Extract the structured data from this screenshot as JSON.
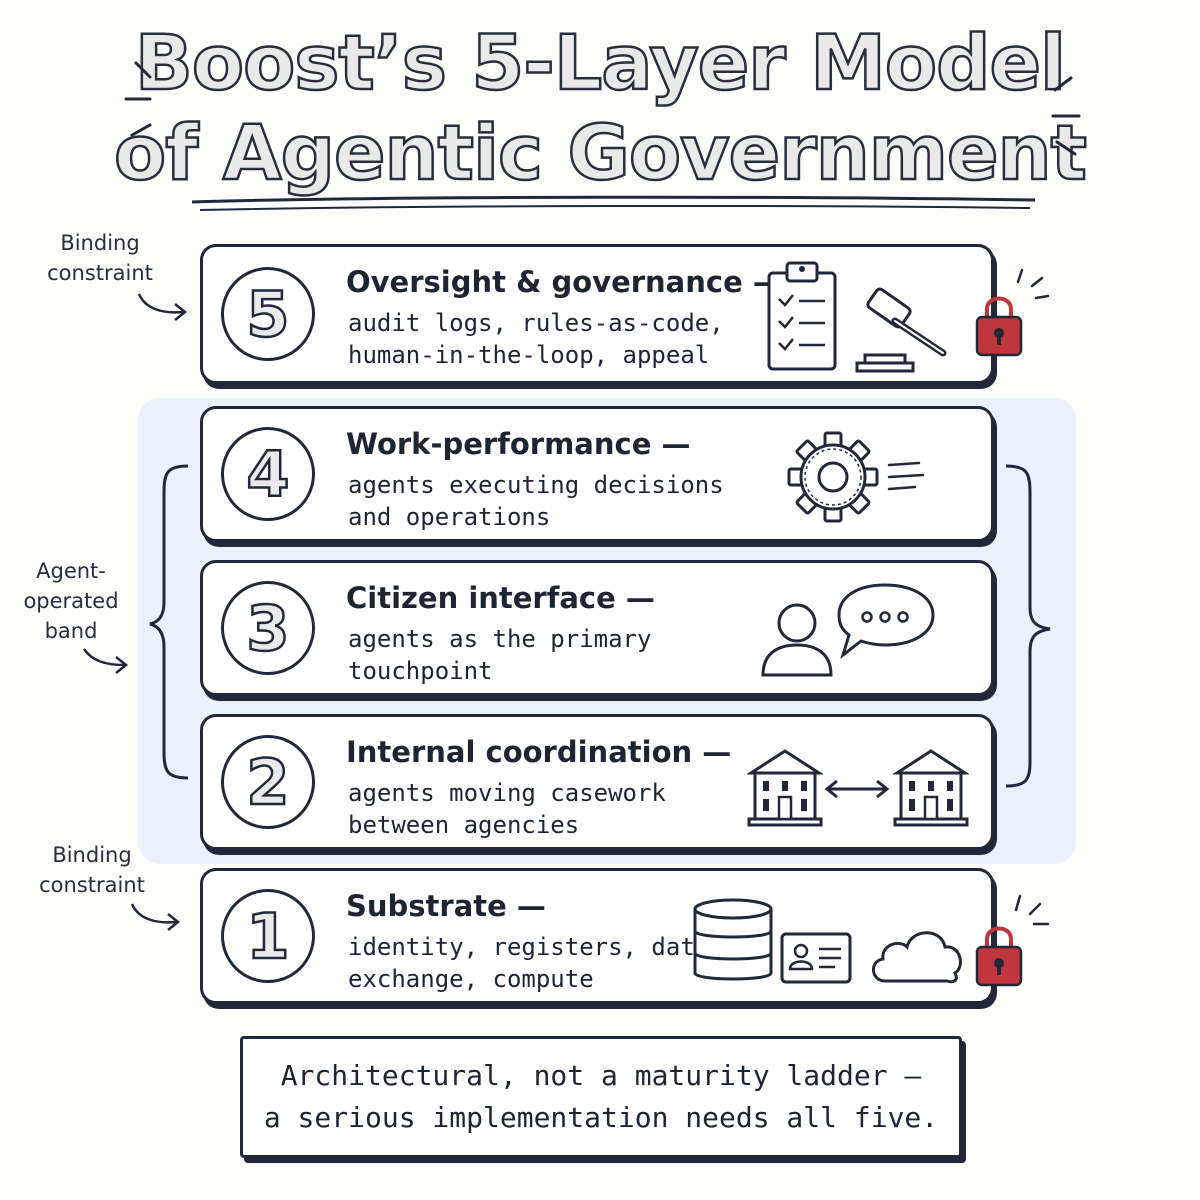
{
  "title": {
    "line1": "Boost’s 5-Layer Model",
    "line2": "of Agentic Government"
  },
  "side_labels": {
    "top_binding": [
      "Binding",
      "constraint"
    ],
    "band": [
      "Agent-",
      "operated",
      "band"
    ],
    "bottom_binding": [
      "Binding",
      "constraint"
    ]
  },
  "layers": [
    {
      "number": "5",
      "title": "Oversight & governance —",
      "description": [
        "audit logs, rules-as-code,",
        "human-in-the-loop, appeal"
      ],
      "icons": [
        "clipboard-checklist-icon",
        "gavel-icon",
        "padlock-icon"
      ]
    },
    {
      "number": "4",
      "title": "Work-performance —",
      "description": [
        "agents executing decisions",
        "and operations"
      ],
      "icons": [
        "gear-icon"
      ]
    },
    {
      "number": "3",
      "title": "Citizen interface —",
      "description": [
        "agents as the primary",
        "touchpoint"
      ],
      "icons": [
        "person-icon",
        "speech-bubble-icon"
      ]
    },
    {
      "number": "2",
      "title": "Internal coordination —",
      "description": [
        "agents moving casework",
        "between agencies"
      ],
      "icons": [
        "building-icon",
        "double-arrow-icon",
        "building-icon"
      ]
    },
    {
      "number": "1",
      "title": "Substrate —",
      "description": [
        "identity, registers, data",
        "exchange, compute"
      ],
      "icons": [
        "database-icon",
        "id-card-icon",
        "cloud-icon",
        "padlock-icon"
      ]
    }
  ],
  "footer": {
    "line1": "Architectural, not a maturity ladder —",
    "line2": "a serious implementation needs all five."
  },
  "colors": {
    "ink": "#23273a",
    "band_fill": "#e8eef9",
    "lock_red": "#c0363c"
  }
}
